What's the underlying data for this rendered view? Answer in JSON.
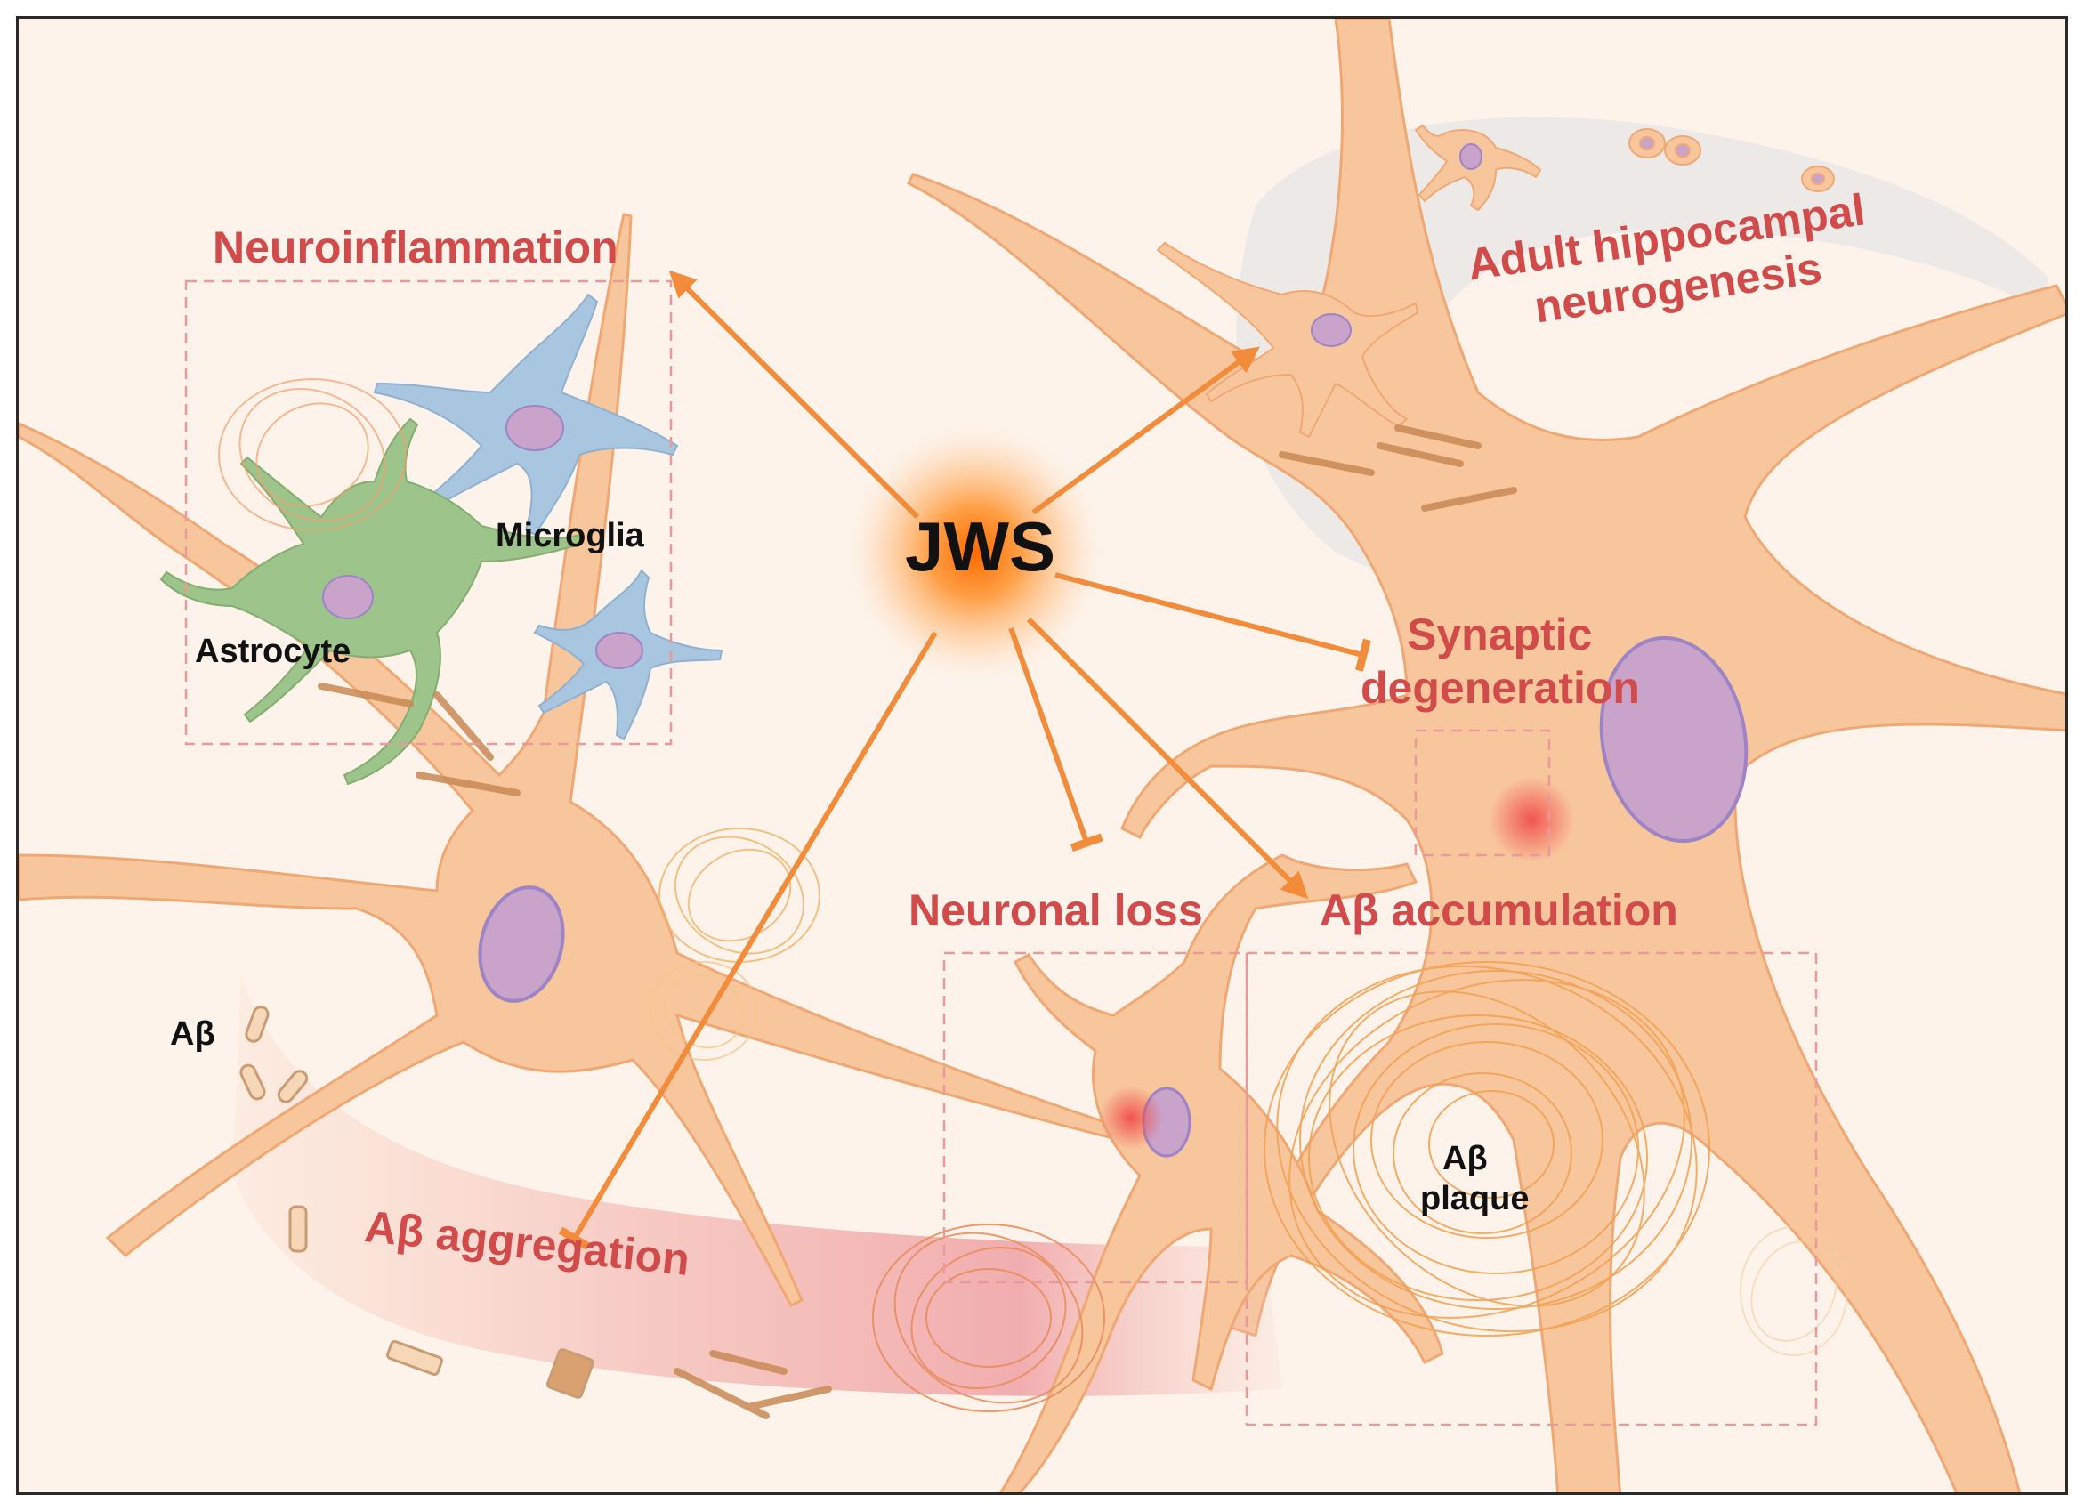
{
  "center": {
    "label": "JWS"
  },
  "effects": {
    "neuroinflammation": "Neuroinflammation",
    "neurogenesis_line1": "Adult hippocampal",
    "neurogenesis_line2": "neurogenesis",
    "synaptic_line1": "Synaptic",
    "synaptic_line2": "degeneration",
    "neuronal_loss": "Neuronal loss",
    "ab_accumulation": "Aβ accumulation",
    "ab_aggregation": "Aβ aggregation"
  },
  "cells": {
    "microglia": "Microglia",
    "astrocyte": "Astrocyte",
    "ab": "Aβ",
    "plaque_line1": "Aβ",
    "plaque_line2": "plaque"
  },
  "colors": {
    "background": "#fdf3ea",
    "neuron": "#f8c69c",
    "nucleus": "#c9a3c9",
    "arrow": "#f28c3a",
    "label_red": "#d24b4b",
    "microglia": "#a9c6e0",
    "astrocyte": "#9dc48a",
    "plaque": "#f2a050",
    "fibril": "#c88a55"
  }
}
